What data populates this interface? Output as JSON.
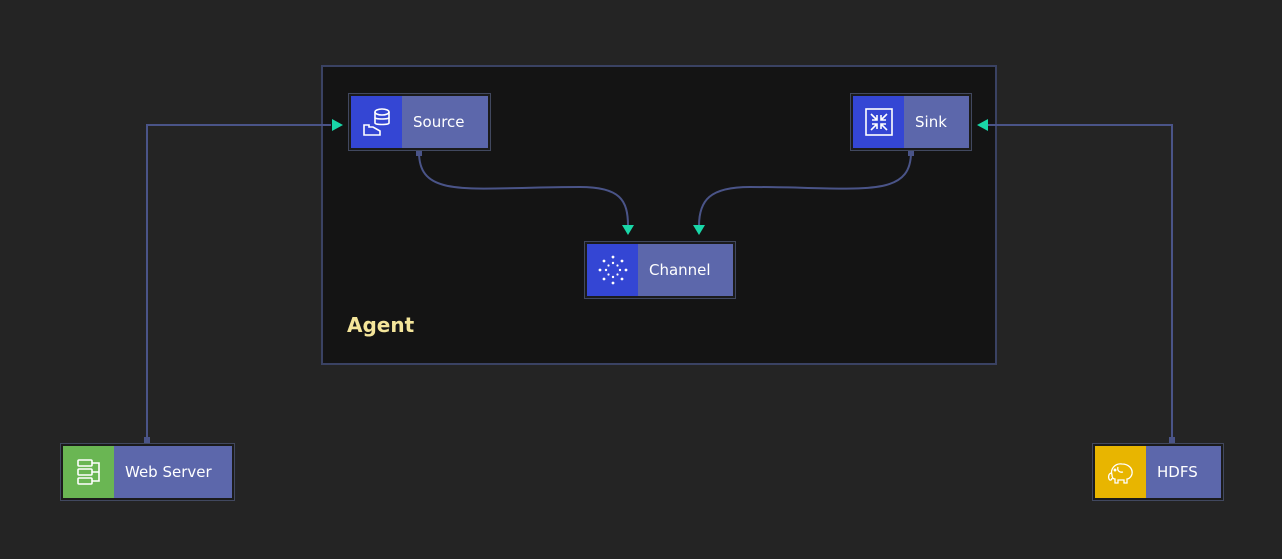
{
  "group": {
    "label": "Agent"
  },
  "nodes": {
    "source": {
      "label": "Source",
      "icon": "database-import-icon",
      "icon_bg": "#3446d4"
    },
    "sink": {
      "label": "Sink",
      "icon": "compress-arrows-icon",
      "icon_bg": "#3446d4"
    },
    "channel": {
      "label": "Channel",
      "icon": "dot-ring-icon",
      "icon_bg": "#3446d4"
    },
    "web_server": {
      "label": "Web Server",
      "icon": "server-stack-icon",
      "icon_bg": "#6ab653"
    },
    "hdfs": {
      "label": "HDFS",
      "icon": "elephant-icon",
      "icon_bg": "#e8b500"
    }
  },
  "colors": {
    "background": "#242424",
    "group_fill": "#141414",
    "group_border": "#3a4263",
    "edge": "#4a5488",
    "arrowhead": "#19d7a8",
    "label_fill": "#5c67ab",
    "group_label": "#f4e59a"
  }
}
